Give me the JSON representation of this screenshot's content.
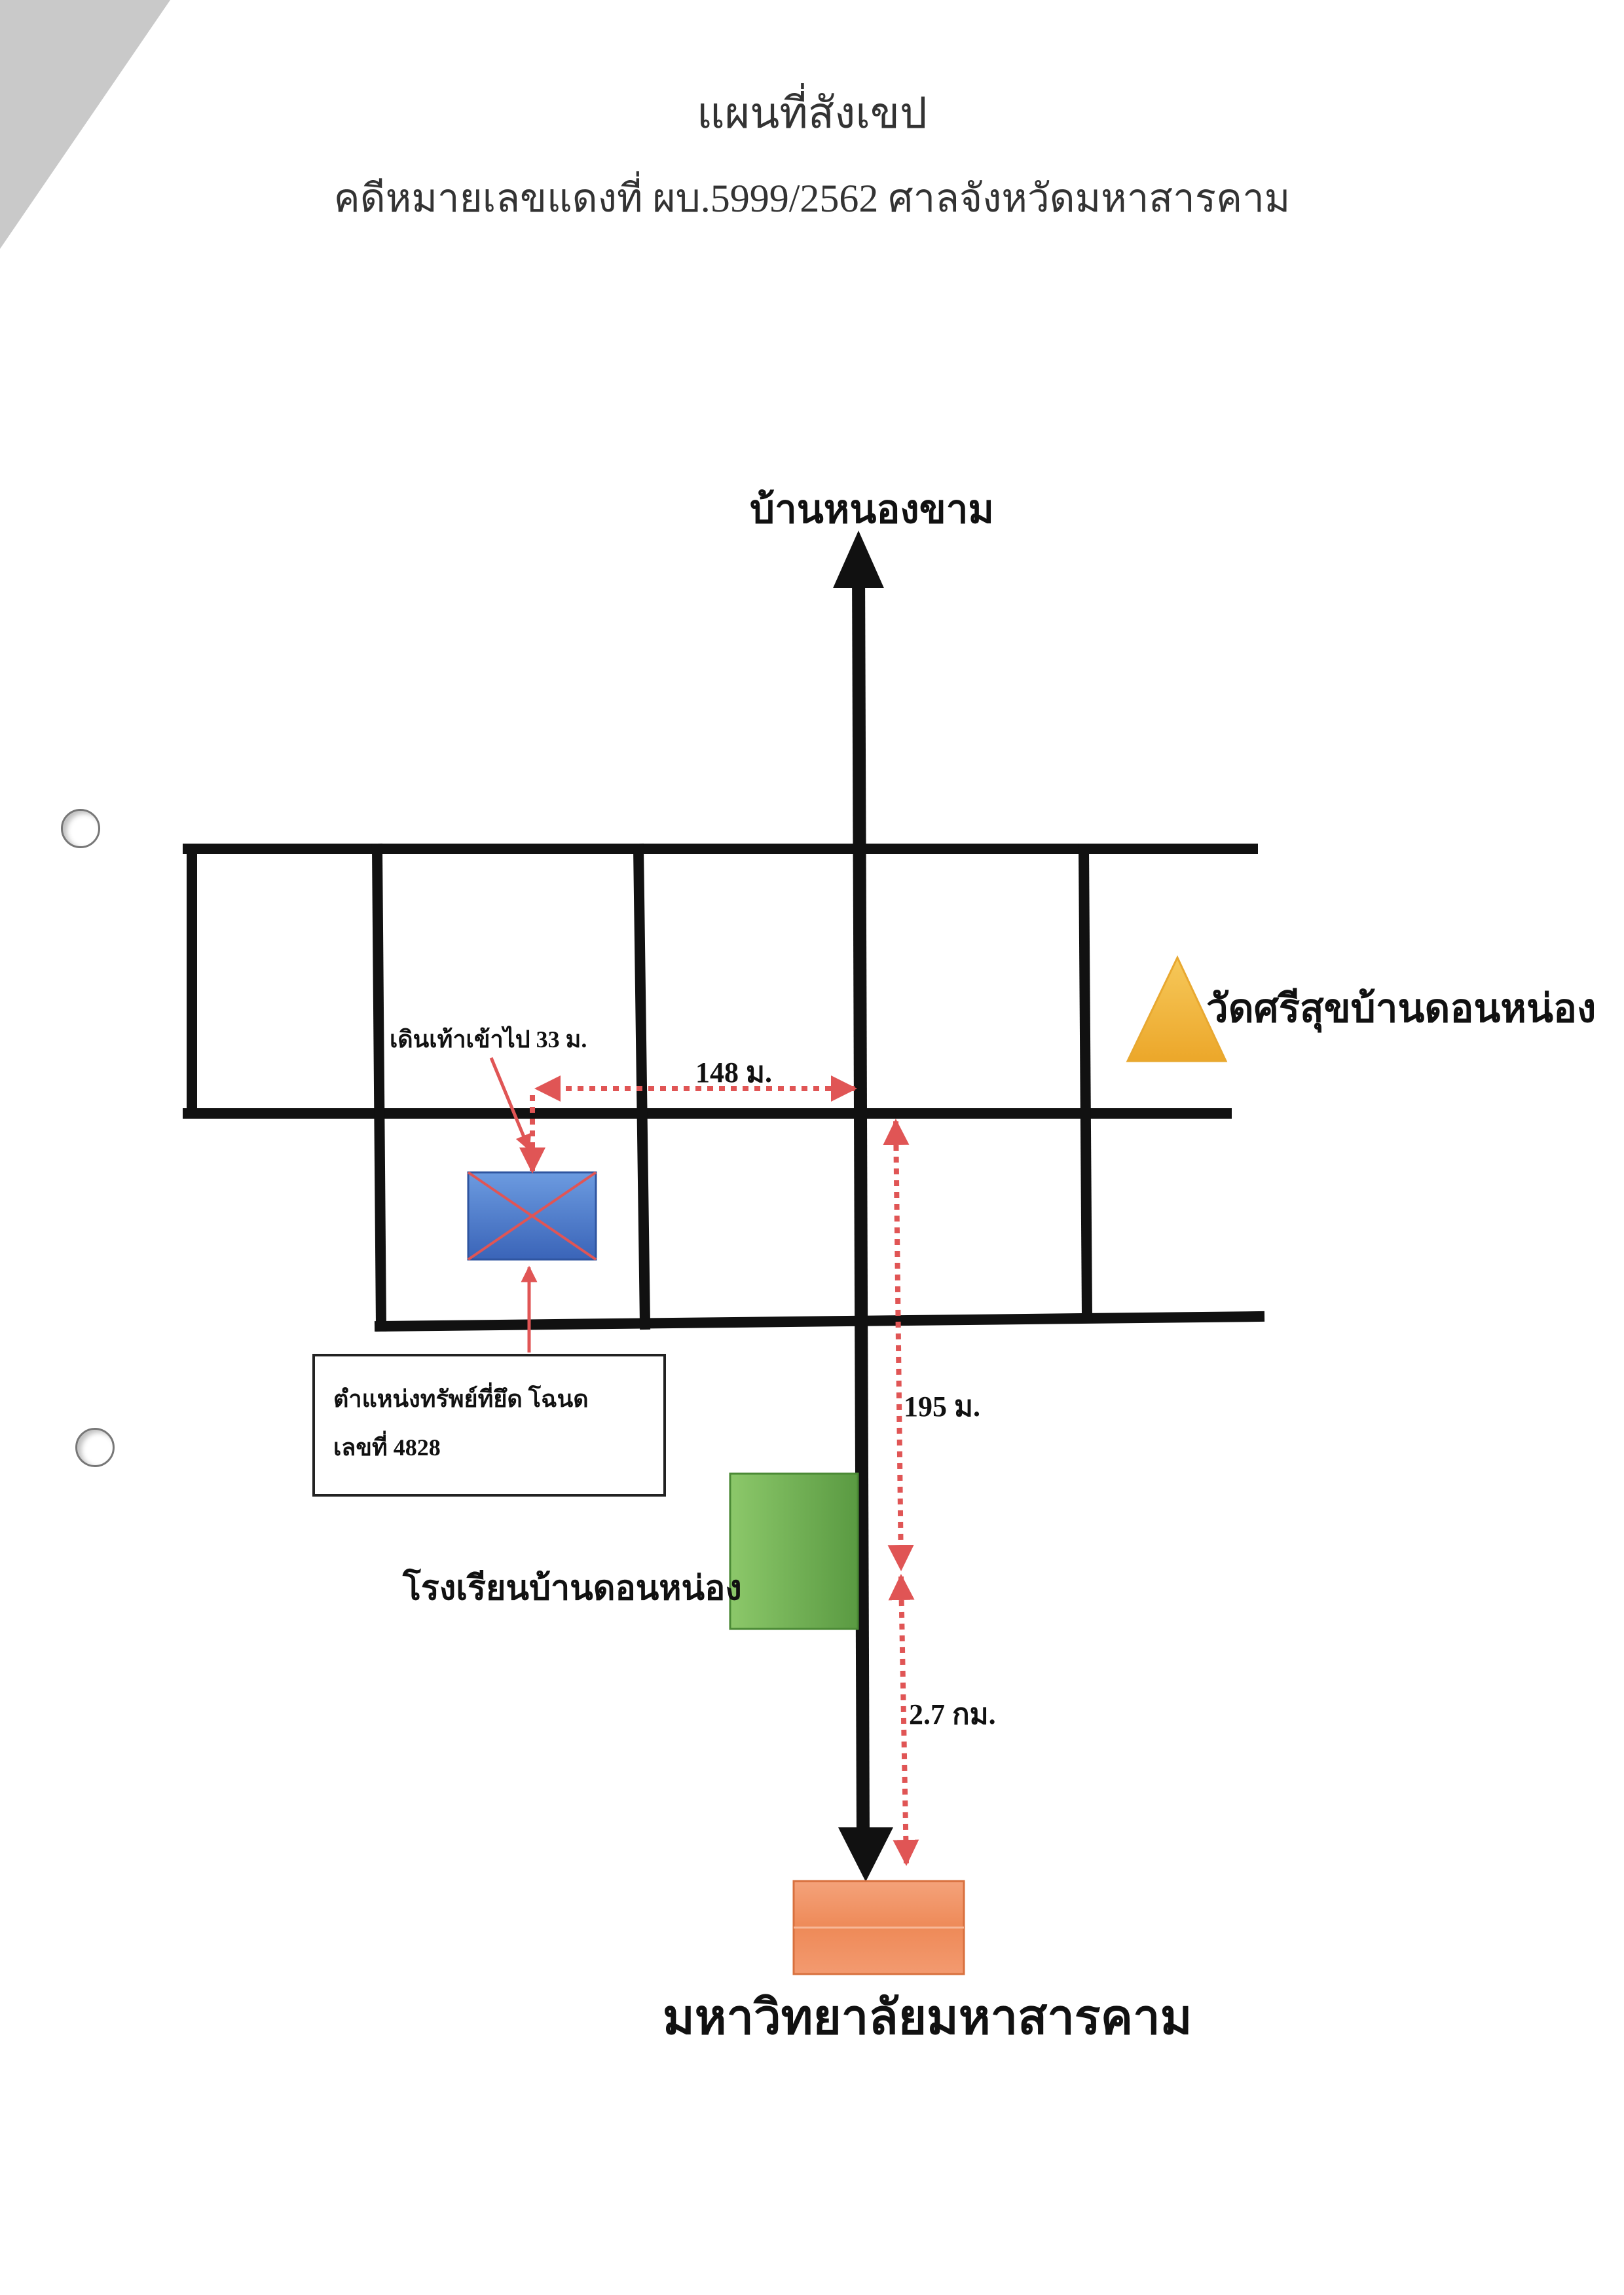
{
  "document": {
    "title": "แผนที่สังเขป",
    "subtitle": "คดีหมายเลขแดงที่ ผบ.5999/2562 ศาลจังหวัดมหาสารคาม"
  },
  "map": {
    "places": {
      "north_destination": "บ้านหนองขาม",
      "temple": "วัดศรีสุขบ้านดอนหน่อง",
      "school": "โรงเรียนบ้านดอนหน่อง",
      "university": "มหาวิทยาลัยมหาสารคาม"
    },
    "distances": {
      "walk_in": "เดินเท้าเข้าไป 33 ม.",
      "west_segment": "148 ม.",
      "south_segment": "195 ม.",
      "to_university": "2.7 กม."
    },
    "property_callout": {
      "line1": "ตำแหน่งทรัพย์ที่ยึด โฉนด",
      "line2": "เลขที่ 4828"
    },
    "colors": {
      "road": "#111111",
      "distance_marker": "#e05555",
      "property": "#4a78c8",
      "school": "#6fae52",
      "university": "#f08a5a",
      "temple": "#f2b33a"
    }
  }
}
